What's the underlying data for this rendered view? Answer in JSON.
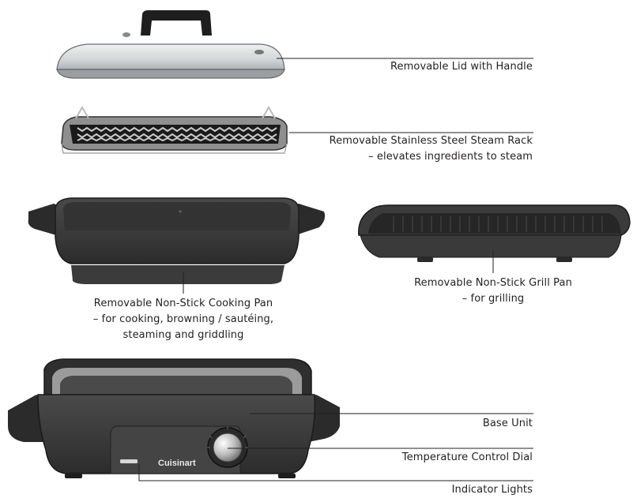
{
  "labels": {
    "lid": "Removable Lid with Handle",
    "steam_rack": {
      "line1": "Removable Stainless Steel Steam Rack",
      "line2": "– elevates ingredients to steam"
    },
    "cooking_pan": {
      "line1": "Removable Non-Stick Cooking Pan",
      "line2": "– for cooking, browning / sautéing,",
      "line3": "steaming and griddling"
    },
    "grill_pan": {
      "line1": "Removable Non-Stick Grill Pan",
      "line2": "– for grilling"
    },
    "base_unit": "Base Unit",
    "temperature_dial": "Temperature Control Dial",
    "indicator_lights": "Indicator Lights"
  },
  "brand": "Cuisinart",
  "colors": {
    "body": "#3a3a3a",
    "dark": "#222222",
    "glass": "#d9dcde",
    "steel": "#b8b8b8",
    "line": "#231f20"
  }
}
